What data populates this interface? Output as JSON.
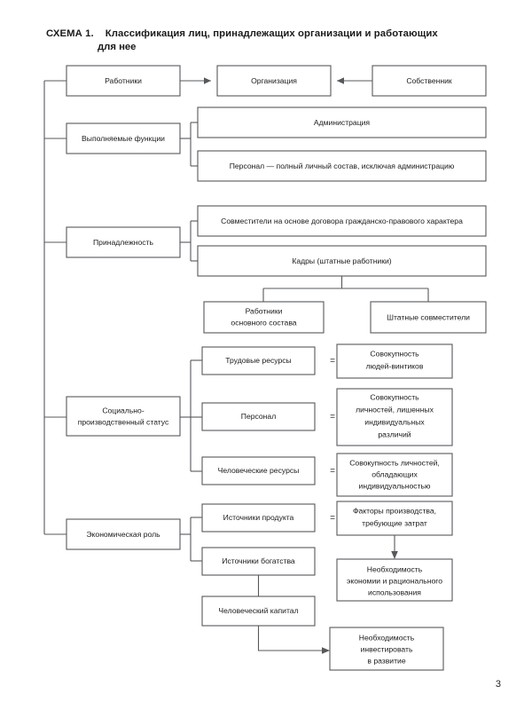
{
  "document": {
    "page_number": "3",
    "title_label": "СХЕМА 1.",
    "title_line1": "Классификация лиц, принадлежащих организации и работающих",
    "title_line2": "для нее"
  },
  "colors": {
    "box_stroke": "#55585c",
    "box_fill": "#ffffff",
    "text": "#1a1a1a",
    "page_background": "#ffffff"
  },
  "nodes": {
    "workers": "Работники",
    "organization": "Организация",
    "owner": "Собственник",
    "functions": "Выполняемые функции",
    "administration": "Администрация",
    "personnel_full": "Персонал — полный личный состав, исключая администрацию",
    "affiliation": "Принадлежность",
    "part_timers_civil": "Совместители на основе договора гражданско-правового характера",
    "staff_cadre": "Кадры (штатные работники)",
    "core_workers_l1": "Работники",
    "core_workers_l2": "основного состава",
    "staff_part_timers": "Штатные совместители",
    "social_status_l1": "Социально-",
    "social_status_l2": "производственный статус",
    "labor_resources": "Трудовые ресурсы",
    "personnel": "Персонал",
    "human_resources": "Человеческие ресурсы",
    "set_of_cogs_l1": "Совокупность",
    "set_of_cogs_l2": "людей-винтиков",
    "set_of_persons_deprived_l1": "Совокупность",
    "set_of_persons_deprived_l2": "личностей, лишенных",
    "set_of_persons_deprived_l3": "индивидуальных",
    "set_of_persons_deprived_l4": "различий",
    "set_of_persons_individual_l1": "Совокупность личностей,",
    "set_of_persons_individual_l2": "обладающих",
    "set_of_persons_individual_l3": "индивидуальностью",
    "economic_role": "Экономическая роль",
    "product_sources": "Источники продукта",
    "wealth_sources": "Источники богатства",
    "production_factors_l1": "Факторы производства,",
    "production_factors_l2": "требующие затрат",
    "need_economy_l1": "Необходимость",
    "need_economy_l2": "экономии и рационального",
    "need_economy_l3": "использования",
    "human_capital": "Человеческий капитал",
    "need_invest_l1": "Необходимость",
    "need_invest_l2": "инвестировать",
    "need_invest_l3": "в развитие",
    "equals_sign": "="
  }
}
